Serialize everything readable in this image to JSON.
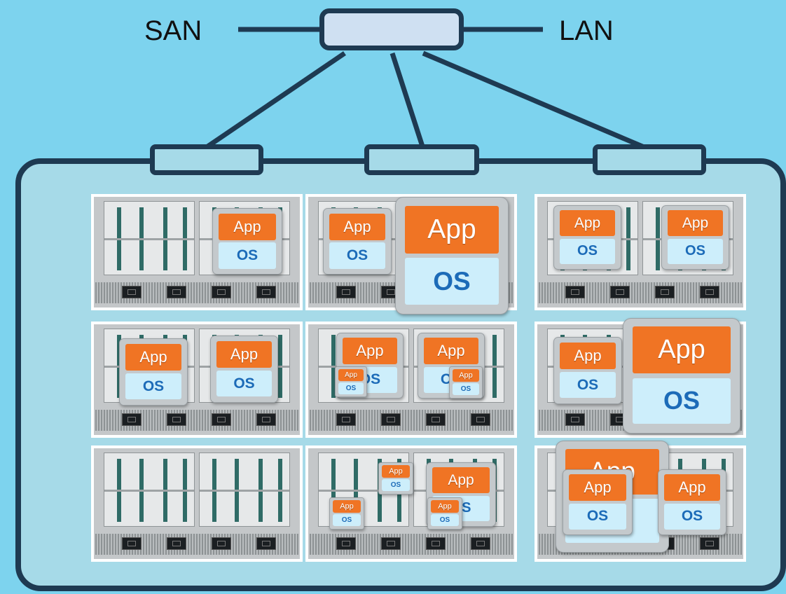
{
  "san_label": "SAN",
  "lan_label": "LAN",
  "vm_labels": {
    "app": "App",
    "os": "OS"
  },
  "colors": {
    "background": "#7dd3ee",
    "line": "#1e3a52",
    "chassis": "#a6dae8",
    "switch": "#cfe0f2",
    "app": "#f07424",
    "os_bg": "#cdeefb",
    "os_text": "#1c6bb8"
  },
  "servers": [
    {
      "id": "r1c1",
      "vms": [
        {
          "app": "App",
          "os": "OS"
        }
      ]
    },
    {
      "id": "r1c2",
      "vms": [
        {
          "app": "App",
          "os": "OS"
        },
        {
          "app": "App",
          "os": "OS"
        }
      ]
    },
    {
      "id": "r1c3",
      "vms": [
        {
          "app": "App",
          "os": "OS"
        },
        {
          "app": "App",
          "os": "OS"
        }
      ]
    },
    {
      "id": "r2c1",
      "vms": [
        {
          "app": "App",
          "os": "OS"
        },
        {
          "app": "App",
          "os": "OS"
        }
      ]
    },
    {
      "id": "r2c2",
      "vms": [
        {
          "app": "App",
          "os": "OS"
        },
        {
          "app": "App",
          "os": "OS"
        },
        {
          "app": "App",
          "os": "OS"
        },
        {
          "app": "App",
          "os": "OS"
        }
      ]
    },
    {
      "id": "r2c3",
      "vms": [
        {
          "app": "App",
          "os": "OS"
        },
        {
          "app": "App",
          "os": "OS"
        }
      ]
    },
    {
      "id": "r3c1",
      "vms": []
    },
    {
      "id": "r3c2",
      "vms": [
        {
          "app": "App",
          "os": "OS"
        },
        {
          "app": "App",
          "os": "OS"
        },
        {
          "app": "App",
          "os": "OS"
        },
        {
          "app": "App",
          "os": "OS"
        }
      ]
    },
    {
      "id": "r3c3",
      "vms": [
        {
          "app": "App",
          "os": "OS"
        },
        {
          "app": "App",
          "os": "OS"
        },
        {
          "app": "App",
          "os": "OS"
        }
      ]
    }
  ]
}
